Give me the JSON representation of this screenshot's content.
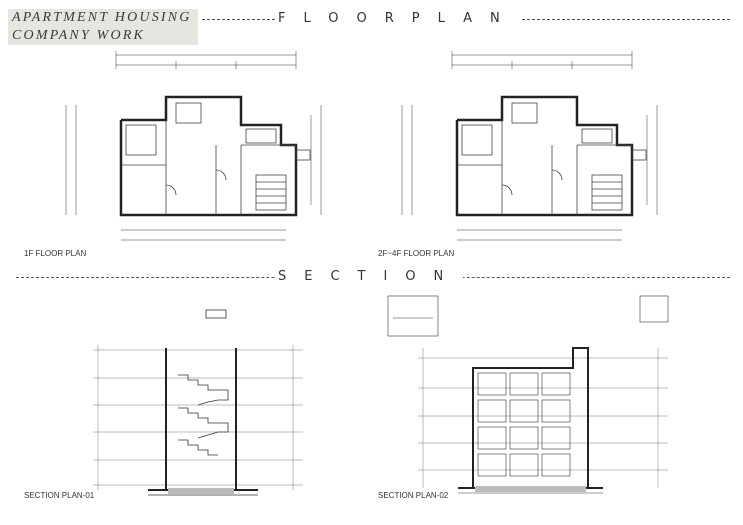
{
  "title": {
    "line1": "APARTMENT HOUSING",
    "line2": "COMPANY WORK"
  },
  "sections": {
    "floorplan": "FLOORPLAN",
    "section": "SECTION"
  },
  "captions": {
    "plan_1f": "1F FLOOR PLAN",
    "plan_2f4f": "2F~4F FLOOR PLAN",
    "section_01": "SECTION PLAN-01",
    "section_02": "SECTION PLAN-02"
  },
  "colors": {
    "title_box": "#e6e6e1",
    "ink": "#222222",
    "hatch": "#555555"
  }
}
